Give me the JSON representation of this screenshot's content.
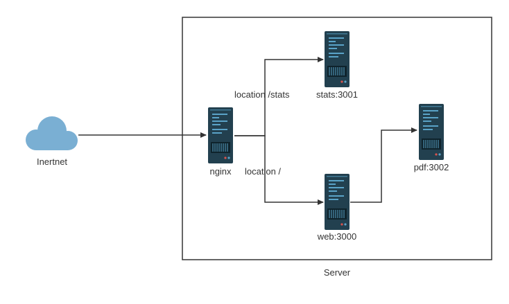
{
  "colors": {
    "server_body": "#22404f",
    "server_light": "#5aa3c8",
    "server_dot_red": "#d9534f",
    "server_dot_blue": "#5aa3c8",
    "cloud": "#7aafd3",
    "edge": "#333333",
    "frame": "#333333"
  },
  "icons": {
    "cloud": "cloud-icon",
    "server": "server-icon"
  },
  "nodes": {
    "internet": {
      "label": "Inertnet"
    },
    "nginx": {
      "label": "nginx"
    },
    "stats": {
      "label": "stats:3001"
    },
    "web": {
      "label": "web:3000"
    },
    "pdf": {
      "label": "pdf:3002"
    }
  },
  "edges": {
    "stats": {
      "label": "location /stats"
    },
    "web": {
      "label": "location /"
    }
  },
  "group": {
    "label": "Server"
  }
}
